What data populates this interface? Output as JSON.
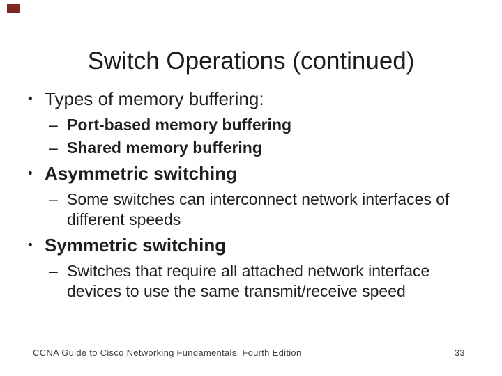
{
  "slide": {
    "accent_color": "#7E2824",
    "title": "Switch Operations (continued)",
    "bullet_glyphs": {
      "level1": "•",
      "level2": "–"
    },
    "bullets": [
      {
        "level": 1,
        "bold": false,
        "text": "Types of memory buffering:"
      },
      {
        "level": 2,
        "bold": true,
        "text": "Port-based memory buffering"
      },
      {
        "level": 2,
        "bold": true,
        "text": "Shared memory buffering"
      },
      {
        "level": 1,
        "bold": true,
        "text": "Asymmetric switching"
      },
      {
        "level": 2,
        "bold": false,
        "text": "Some switches can interconnect network interfaces of different speeds"
      },
      {
        "level": 1,
        "bold": true,
        "text": "Symmetric switching"
      },
      {
        "level": 2,
        "bold": false,
        "text": "Switches that require all attached network interface devices to use the same transmit/receive speed"
      }
    ],
    "footer": {
      "left": "CCNA Guide to Cisco Networking Fundamentals, Fourth Edition",
      "page_number": "33"
    }
  }
}
